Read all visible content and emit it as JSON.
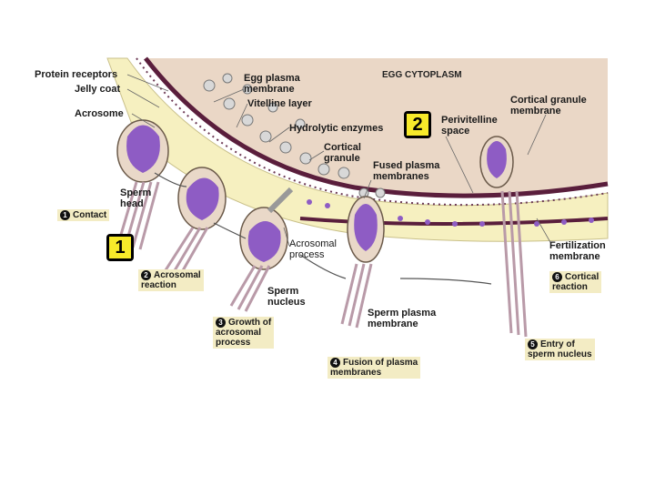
{
  "diagram": {
    "labels": {
      "protein_receptors": "Protein receptors",
      "jelly_coat": "Jelly coat",
      "acrosome": "Acrosome",
      "egg_plasma_membrane": "Egg plasma\nmembrane",
      "egg_cytoplasm": "EGG CYTOPLASM",
      "vitelline_layer": "Vitelline layer",
      "hydrolytic_enzymes": "Hydrolytic enzymes",
      "cortical_granule": "Cortical\ngranule",
      "perivitelline_space": "Perivitelline\nspace",
      "cortical_granule_membrane": "Cortical granule\nmembrane",
      "fused_plasma_membranes": "Fused plasma\nmembranes",
      "sperm_head": "Sperm\nhead",
      "acrosomal_process": "Acrosomal\nprocess",
      "sperm_nucleus": "Sperm\nnucleus",
      "sperm_plasma_membrane": "Sperm plasma\nmembrane",
      "fertilization_membrane": "Fertilization\nmembrane"
    },
    "steps": [
      {
        "num": "1",
        "text": "Contact"
      },
      {
        "num": "2",
        "text": "Acrosomal\nreaction"
      },
      {
        "num": "3",
        "text": "Growth of\nacrosomal\nprocess"
      },
      {
        "num": "4",
        "text": "Fusion of plasma\nmembranes"
      },
      {
        "num": "5",
        "text": "Entry of\nsperm nucleus"
      },
      {
        "num": "6",
        "text": "Cortical\nreaction"
      }
    ],
    "badges": [
      "1",
      "2"
    ],
    "colors": {
      "cytoplasm": "#ead7c6",
      "jelly": "#f6f0c0",
      "membrane": "#5a1e3c",
      "nucleus": "#8e5cc4",
      "sperm_body": "#e9d8c8",
      "badge_fill": "#f7ea2a"
    }
  }
}
